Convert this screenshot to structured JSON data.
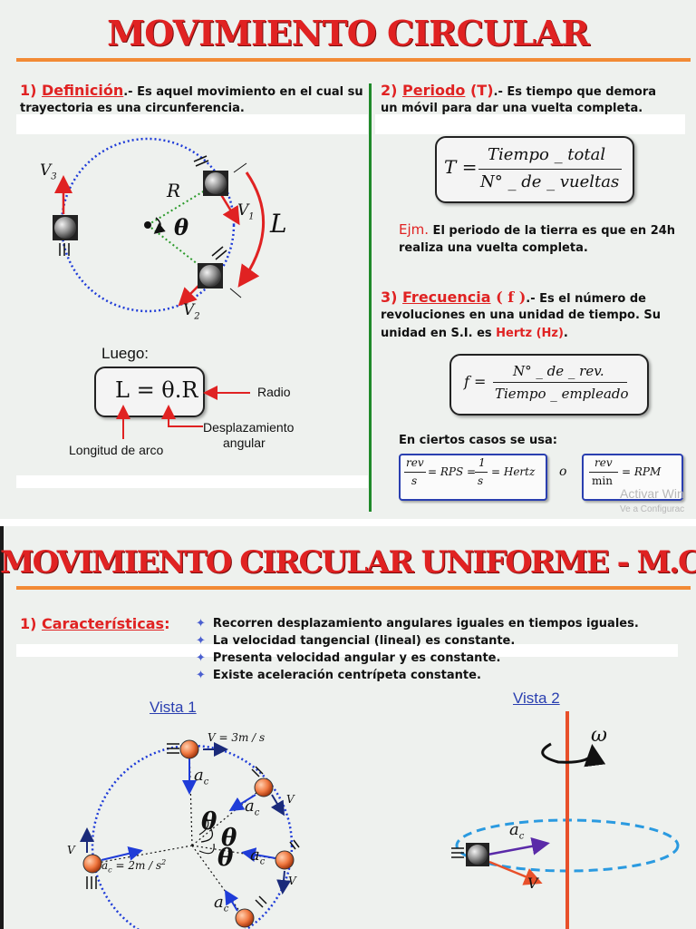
{
  "slide1": {
    "title": "MOVIMIENTO CIRCULAR",
    "definicion": {
      "number": "1) ",
      "heading": "Definición",
      "line1": ".- Es aquel movimiento en el cual su",
      "line2": "trayectoria es  una circunferencia."
    },
    "periodo": {
      "number": "2) ",
      "heading": "Periodo",
      "symbol": " (T)",
      "line1": ".- Es tiempo que demora",
      "line2": "un móvil para dar una vuelta completa.",
      "formula_lhs": "T =",
      "formula_num": "Tiempo _ total",
      "formula_den": "N° _ de _ vueltas",
      "ejm_label": "Ejm.",
      "ejm_line1": " El periodo de la tierra es que en 24h",
      "ejm_line2": "realiza una vuelta completa."
    },
    "frecuencia": {
      "number": "3) ",
      "heading": "Frecuencia",
      "symbol": " ( f )",
      "line1": ".- Es el número de",
      "line2": "revoluciones en una unidad de tiempo. Su",
      "line3_a": "unidad en S.I. es ",
      "line3_b": "Hertz (Hz)",
      "line3_c": ".",
      "formula_lhs": "f =",
      "formula_num": "N° _ de _ rev.",
      "formula_den": "Tiempo _ empleado",
      "casos": "En ciertos casos se usa:",
      "rps_num": "rev",
      "rps_den": "s",
      "rps_mid": "= RPS =",
      "rps_one": "1",
      "rps_s": "s",
      "rps_end": "= Hertz",
      "o": "o",
      "rpm_num": "rev",
      "rpm_den": "min",
      "rpm_end": "= RPM"
    },
    "diagram": {
      "V3": "V",
      "V3_sub": "3",
      "V1": "V",
      "V1_sub": "1",
      "V2": "V",
      "V2_sub": "2",
      "R": "R",
      "theta": "θ",
      "L": "L"
    },
    "luego": "Luego:",
    "formula_L": "L = θ.R",
    "radio": "Radio",
    "desplazamiento_1": "Desplazamiento",
    "desplazamiento_2": "angular",
    "longitud": "Longitud de arco",
    "watermark1": "Activar Win",
    "watermark2": "Ve a Configurac"
  },
  "slide2": {
    "title": "MOVIMIENTO CIRCULAR UNIFORME - M.C.U",
    "caract_number": "1) ",
    "caract_heading": "Características",
    "caract_colon": ":",
    "bullets": [
      "Recorren desplazamiento angulares iguales en tiempos iguales.",
      "La velocidad tangencial (lineal) es constante.",
      "Presenta velocidad angular y es constante.",
      "Existe aceleración centrípeta constante."
    ],
    "vista1": "Vista 1",
    "vista2": "Vista 2",
    "v_top": "V = 3m / s",
    "ac_left": "a",
    "ac_left_sub": "c",
    "ac_left_value": " = 2m / s",
    "ac_left_exp": "2",
    "ac": "a",
    "ac_sub": "c",
    "V": "V",
    "omega": "ω"
  },
  "colors": {
    "title_red": "#e02222",
    "rule_orange": "#f28a35",
    "circle_blue": "#1f3cd8",
    "arrow_red": "#e02222",
    "green_radius": "#2a9a2a",
    "divider_green": "#1f8a2a",
    "dashed_ellipse": "#2a9ae0",
    "axis_orange": "#e8502a"
  }
}
